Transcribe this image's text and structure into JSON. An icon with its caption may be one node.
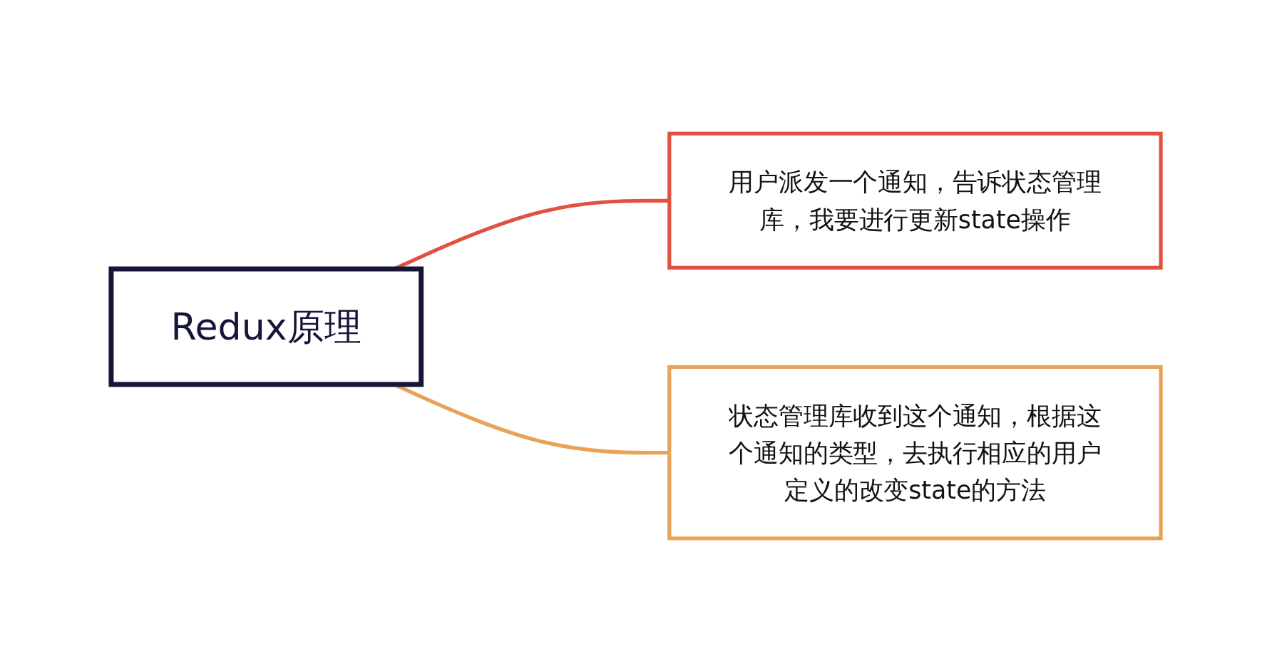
{
  "diagram": {
    "nodes": [
      {
        "text": [
          "Redux原理"
        ]
      },
      {
        "text": [
          "用户派发一个通知，告诉状态管理库，我要进行更新state操作"
        ]
      },
      {
        "text": [
          "状态管理库收到这个通知，根据这个通知的类型，去执行相应的用户定义的改变state的方法"
        ]
      }
    ],
    "edges": [
      {
        "from": 0,
        "to": 1,
        "arrow": "none",
        "color": "#e0523f"
      },
      {
        "from": 0,
        "to": 2,
        "arrow": "none",
        "color": "#e9a258"
      }
    ]
  }
}
